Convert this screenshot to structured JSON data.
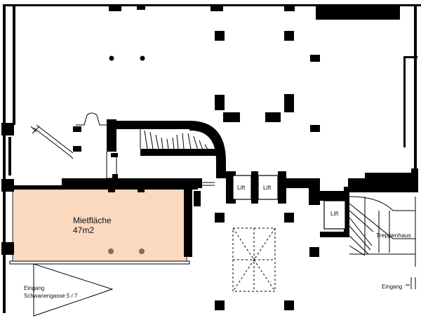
{
  "labels": {
    "lift_left": "Lift",
    "lift_middle": "Lift",
    "lift_right": "Lift",
    "stairwell": "Treppenhaus",
    "rental_area": "Mietfläche",
    "rental_size": "47m2",
    "entrance_left_1": "Eingang",
    "entrance_left_2": "Schwanengasse 5 / 7",
    "entrance_right": "Eingang"
  },
  "colors": {
    "wall": "#000000",
    "rental_fill": "#fbd9bf",
    "column_dot": "#8b6a4f"
  }
}
